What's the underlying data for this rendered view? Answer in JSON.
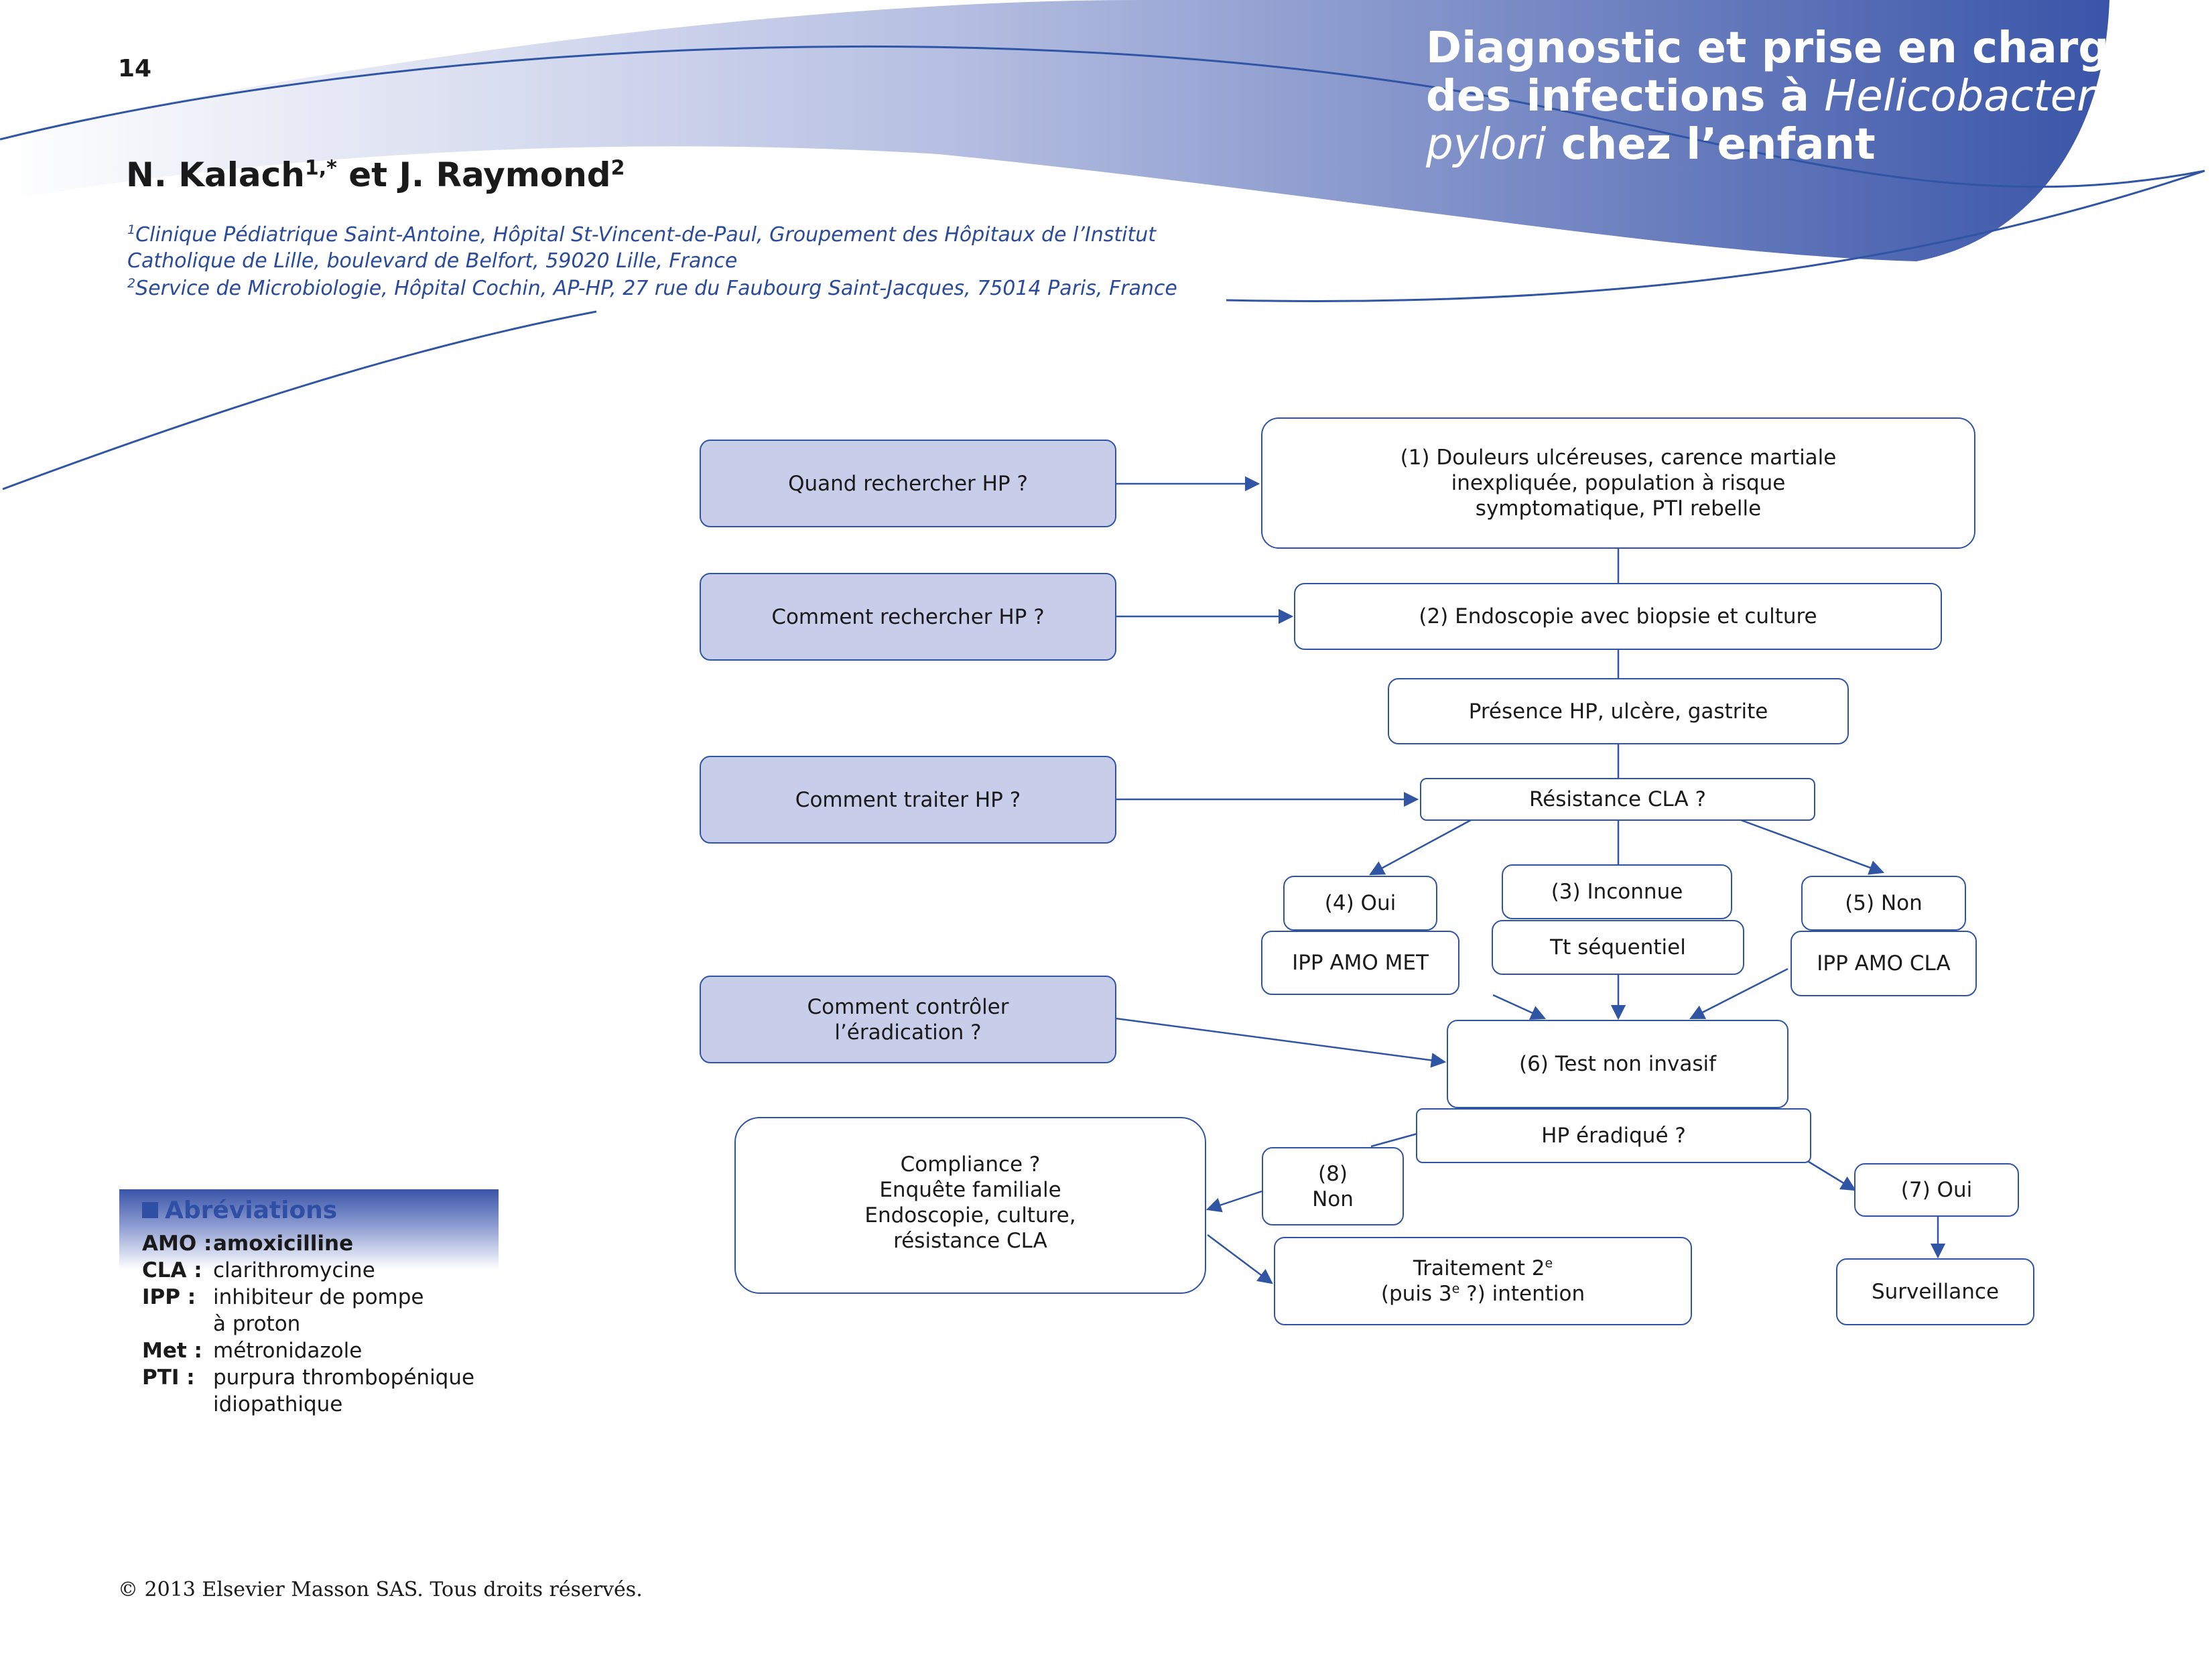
{
  "page_number": "14",
  "title": {
    "line1": "Diagnostic et prise en charge",
    "line2_prefix": "des infections à ",
    "line2_italic": "Helicobacter",
    "line3_italic": "pylori",
    "line3_suffix": " chez l’enfant"
  },
  "authors": {
    "name1": "N. Kalach",
    "sup1": "1,*",
    "sep": " et J. Raymond",
    "sup2": "2"
  },
  "affiliations": [
    {
      "sup": "1",
      "text": "Clinique Pédiatrique Saint-Antoine, Hôpital St-Vincent-de-Paul, Groupement des Hôpitaux de l’Institut"
    },
    {
      "sup": "",
      "text": "Catholique de Lille, boulevard de Belfort, 59020 Lille, France"
    },
    {
      "sup": "2",
      "text": "Service de Microbiologie, Hôpital Cochin, AP-HP, 27 rue du Faubourg Saint-Jacques, 75014 Paris, France"
    }
  ],
  "questions": {
    "q1": "Quand rechercher HP ?",
    "q2": "Comment rechercher HP ?",
    "q3": "Comment traiter HP ?",
    "q4_l1": "Comment contrôler",
    "q4_l2": "l’éradication ?"
  },
  "nodes": {
    "n1_l1": "(1) Douleurs ulcéreuses, carence martiale",
    "n1_l2": "inexpliquée, population à risque",
    "n1_l3": "symptomatique, PTI rebelle",
    "n2": "(2) Endoscopie avec biopsie et culture",
    "presence": "Présence HP, ulcère, gastrite",
    "resistance": "Résistance CLA ?",
    "oui4": "(4) Oui",
    "inconnue3": "(3) Inconnue",
    "non5": "(5) Non",
    "ipp_met": "IPP AMO MET",
    "tt_seq": "Tt séquentiel",
    "ipp_cla": "IPP AMO CLA",
    "test6": "(6) Test non invasif",
    "eradique": "HP éradiqué ?",
    "non8_l1": "(8)",
    "non8_l2": "Non",
    "oui7": "(7) Oui",
    "compliance_l1": "Compliance ?",
    "compliance_l2": "Enquête familiale",
    "compliance_l3": "Endoscopie, culture,",
    "compliance_l4": "résistance CLA",
    "traitement_a": "Traitement 2",
    "traitement_sup": "e",
    "traitement_b": "(puis 3",
    "traitement_c": " ?) intention",
    "surveillance": "Surveillance"
  },
  "abbreviations": {
    "title": "Abréviations",
    "items": [
      {
        "k": "AMO :",
        "v": "amoxicilline"
      },
      {
        "k": "CLA :",
        "v": "clarithromycine"
      },
      {
        "k": "IPP :",
        "v": "inhibiteur de pompe"
      },
      {
        "k": "",
        "v": "à proton"
      },
      {
        "k": "Met :",
        "v": "métronidazole"
      },
      {
        "k": "PTI :",
        "v": "purpura thrombopénique"
      },
      {
        "k": "",
        "v": "idiopathique"
      }
    ]
  },
  "copyright": "© 2013 Elsevier Masson SAS. Tous droits réservés.",
  "colors": {
    "accent": "#2f55a4",
    "question_fill": "#c8cde9",
    "banner": "#3f5aa8"
  }
}
